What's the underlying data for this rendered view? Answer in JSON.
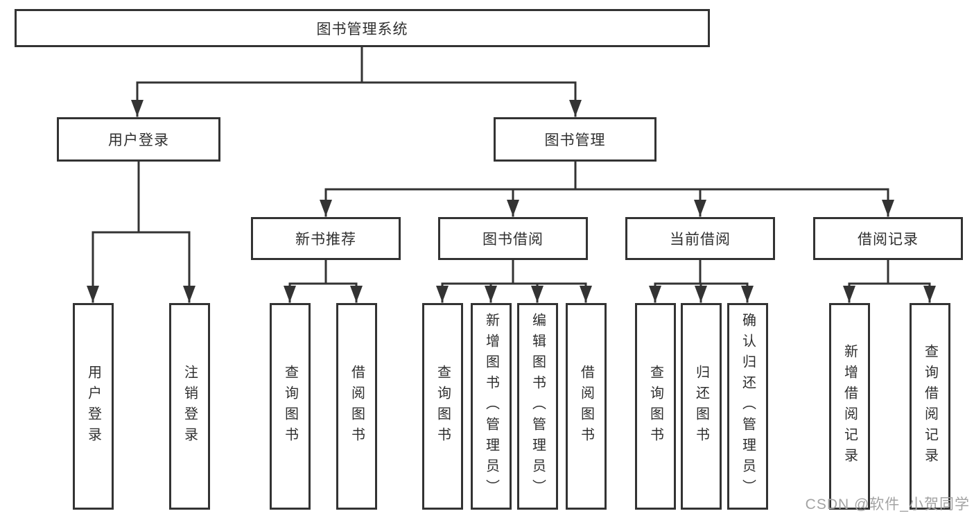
{
  "root": {
    "label": "图书管理系统"
  },
  "level1": {
    "user_login": {
      "label": "用户登录"
    },
    "book_management": {
      "label": "图书管理"
    }
  },
  "level2": {
    "new_books": {
      "label": "新书推荐"
    },
    "book_borrow": {
      "label": "图书借阅"
    },
    "current_borrow": {
      "label": "当前借阅"
    },
    "borrow_records": {
      "label": "借阅记录"
    }
  },
  "leaves": {
    "user_login": [
      "用户登录",
      "注销登录"
    ],
    "new_books": [
      "查询图书",
      "借阅图书"
    ],
    "book_borrow": [
      "查询图书",
      "新增图书（管理员）",
      "编辑图书（管理员）",
      "借阅图书"
    ],
    "current_borrow": [
      "查询图书",
      "归还图书",
      "确认归还（管理员）"
    ],
    "borrow_records": [
      "新增借阅记录",
      "查询借阅记录"
    ]
  },
  "watermark": {
    "text": "CSDN @软件_小贺同学"
  },
  "colors": {
    "line": "#333333",
    "text": "#2f2f2f",
    "watermark": "#a3a3a3",
    "background": "#ffffff"
  }
}
